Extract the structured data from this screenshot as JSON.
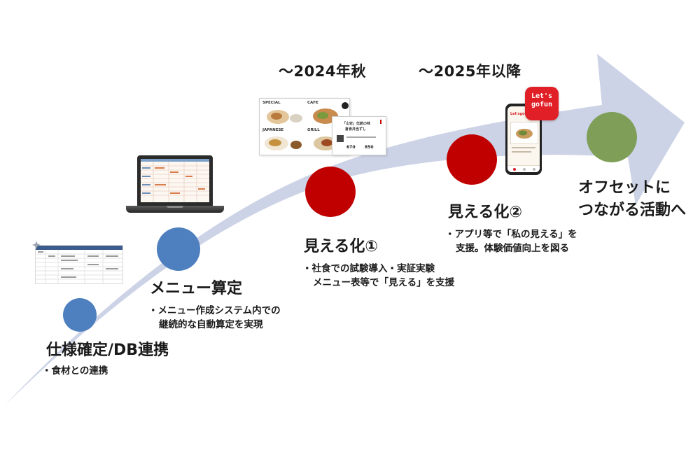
{
  "timeline": {
    "arrow_color": "#ccd3e6",
    "dates": {
      "autumn_2024": "～2024年秋",
      "after_2025": "～2025年以降"
    },
    "milestones": [
      {
        "title": "仕様確定/DB連携",
        "bullets": [
          "・食材との連携"
        ],
        "dot_color": "#4e7fbf"
      },
      {
        "title": "メニュー算定",
        "bullets": [
          "・メニュー作成システム内での",
          "継続的な自動算定を実現"
        ],
        "dot_color": "#4e7fbf"
      },
      {
        "title": "見える化①",
        "bullets": [
          "・社食での試験導入・実証実験",
          "メニュー表等で「見える」を支援"
        ],
        "dot_color": "#c00000"
      },
      {
        "title": "見える化②",
        "bullets": [
          "・アプリ等で「私の見える」を",
          "支援。体験価値向上を図る"
        ],
        "dot_color": "#c00000"
      },
      {
        "title_lines": [
          "オフセットに",
          "つながる活動へ"
        ],
        "dot_color": "#7f9f58"
      }
    ]
  },
  "menu_card": {
    "sections": [
      "SPECIAL",
      "CAFE",
      "JAPANESE",
      "GRILL"
    ],
    "slip_title": "「山安」伝統の味",
    "slip_subtitle": "倉食弁当ずし",
    "slip_price_1": "670",
    "slip_price_2": "850"
  },
  "app": {
    "logo_line1": "Let's",
    "logo_line2": "gofun",
    "logo_color": "#e01f26",
    "screen_brand": "Let'sgofun"
  }
}
